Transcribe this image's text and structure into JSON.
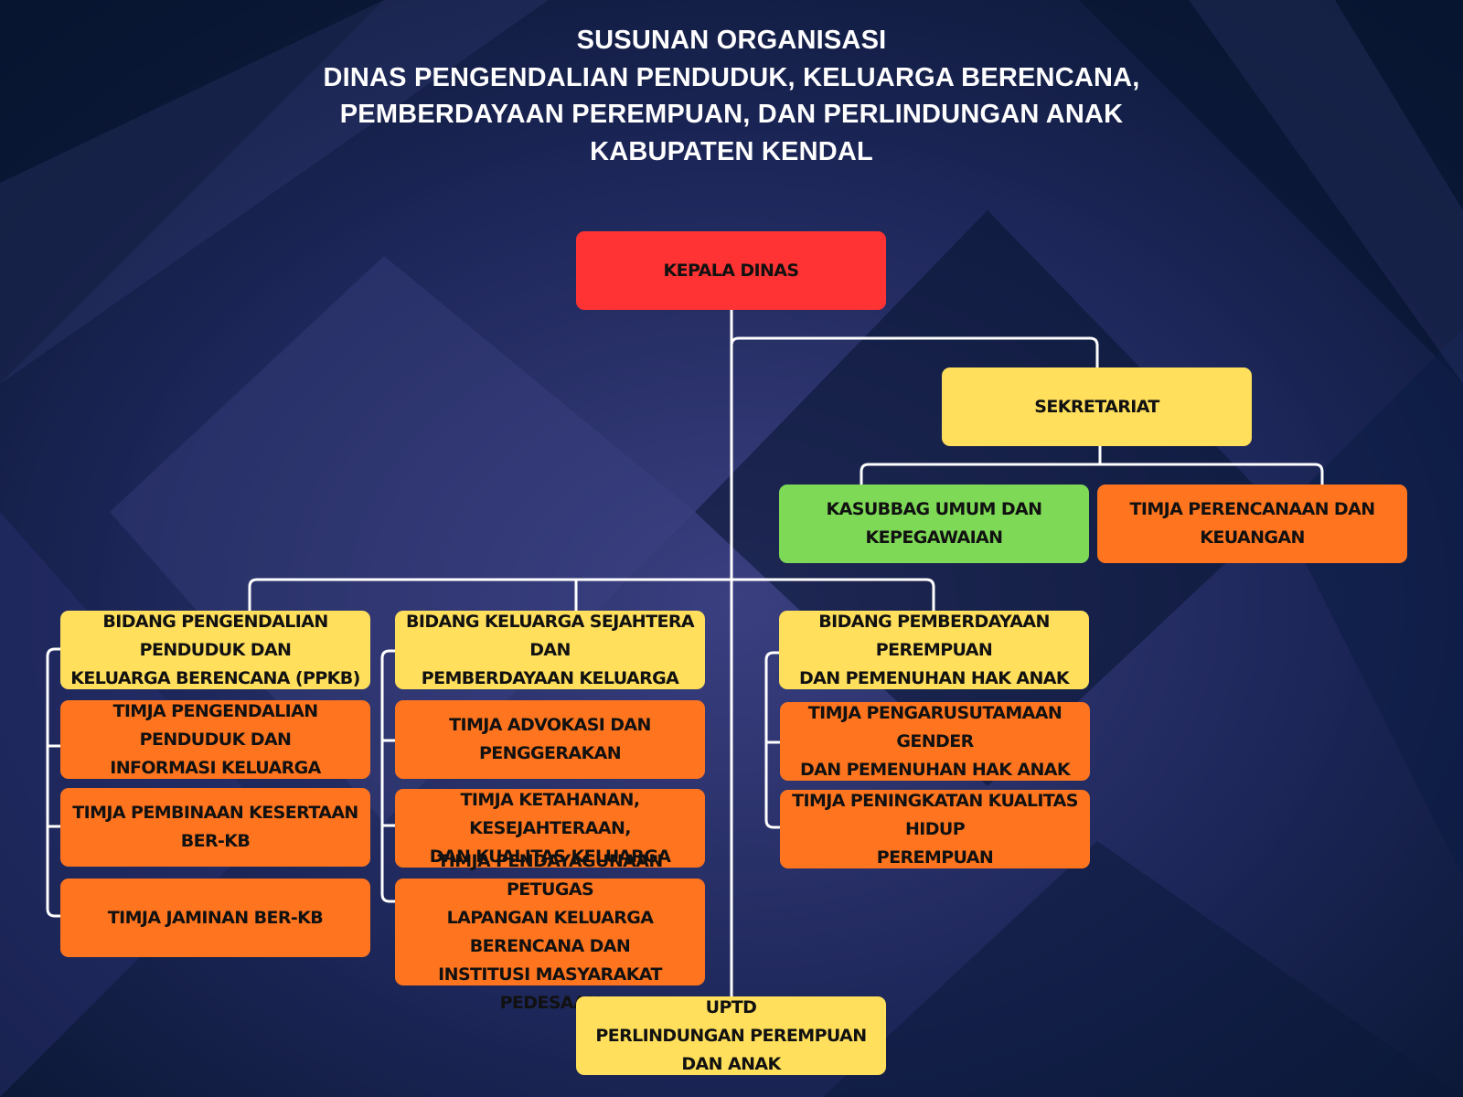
{
  "title": {
    "line1": "SUSUNAN ORGANISASI",
    "line2": "DINAS PENGENDALIAN PENDUDUK, KELUARGA BERENCANA,",
    "line3": "PEMBERDAYAAN PEREMPUAN, DAN PERLINDUNGAN ANAK",
    "line4": "KABUPATEN KENDAL"
  },
  "colors": {
    "background": "#0b1a3a",
    "head": "#ff3333",
    "unit": "#ffdf5c",
    "subunit_green": "#7ed957",
    "team": "#ff751f",
    "connector": "#ffffff"
  },
  "chart": {
    "kepala_dinas": "KEPALA DINAS",
    "sekretariat": "SEKRETARIAT",
    "kasubbag": "KASUBBAG UMUM DAN KEPEGAWAIAN",
    "timja_perencanaan": "TIMJA PERENCANAAN DAN KEUANGAN",
    "bidang_ppkb": {
      "title": "BIDANG PENGENDALIAN PENDUDUK DAN\nKELUARGA BERENCANA (PPKB)",
      "teams": [
        "TIMJA PENGENDALIAN PENDUDUK DAN\nINFORMASI KELUARGA",
        "TIMJA PEMBINAAN KESERTAAN BER-KB",
        "TIMJA JAMINAN BER-KB"
      ]
    },
    "bidang_ks": {
      "title": "BIDANG KELUARGA SEJAHTERA DAN\nPEMBERDAYAAN KELUARGA",
      "teams": [
        "TIMJA ADVOKASI DAN PENGGERAKAN",
        "TIMJA KETAHANAN, KESEJAHTERAAN,\nDAN KUALITAS KELUARGA",
        "TIMJA PENDAYAGUNAAN PETUGAS\nLAPANGAN KELUARGA BERENCANA DAN\nINSTITUSI MASYARAKAT PEDESAAN"
      ]
    },
    "bidang_pp": {
      "title": "BIDANG PEMBERDAYAAN PEREMPUAN\nDAN PEMENUHAN HAK ANAK",
      "teams": [
        "TIMJA PENGARUSUTAMAAN GENDER\nDAN PEMENUHAN HAK ANAK",
        "TIMJA PENINGKATAN KUALITAS HIDUP\nPEREMPUAN"
      ]
    },
    "uptd": "UPTD\nPERLINDUNGAN PEREMPUAN DAN ANAK"
  }
}
